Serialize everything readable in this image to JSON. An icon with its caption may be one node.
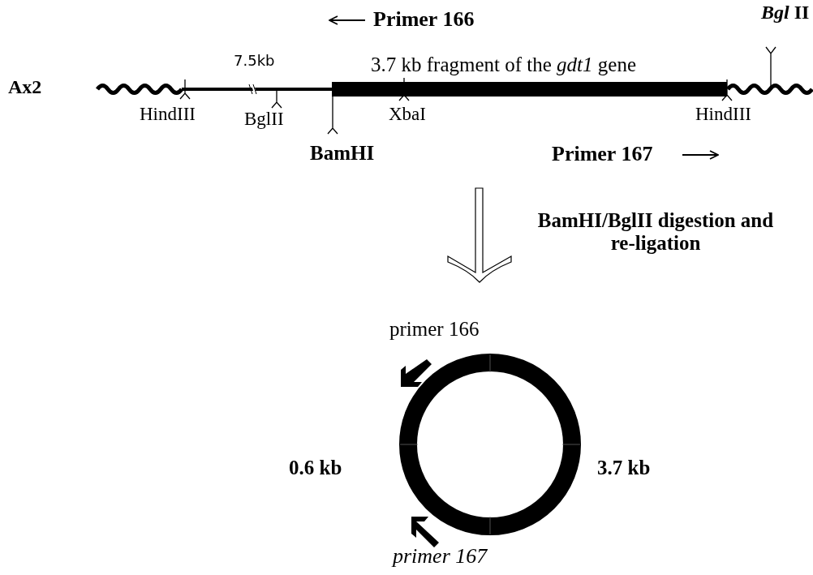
{
  "diagram": {
    "labels": [
      "Primer 166",
      "*Bgl* II",
      "7.5kb",
      "3.7 kb fragment of the *gdt1* gene",
      "Ax2",
      "HindIII",
      "BglII",
      "XbaI",
      "HindIII",
      "BamHI",
      "Primer 167",
      "BamHI/BglII digestion and re-ligation",
      "primer 166",
      "0.6 kb",
      "3.7 kb",
      "primer 167"
    ]
  }
}
